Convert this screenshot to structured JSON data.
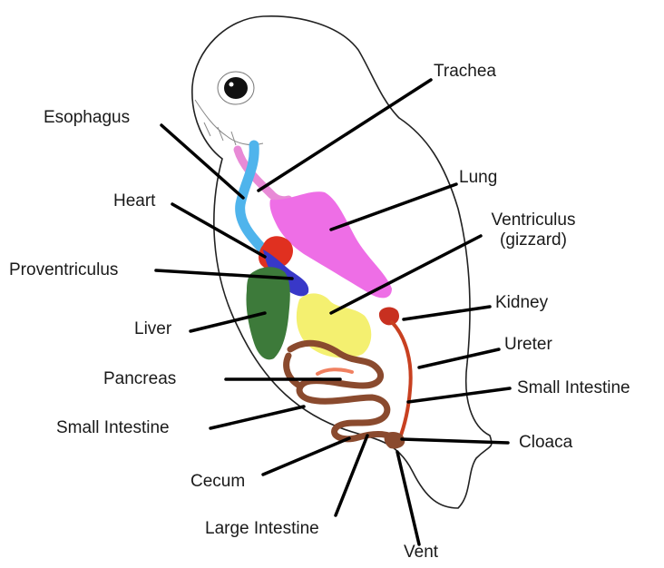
{
  "labels": {
    "trachea": "Trachea",
    "esophagus": "Esophagus",
    "lung": "Lung",
    "heart": "Heart",
    "ventriculus_line1": "Ventriculus",
    "ventriculus_line2": "(gizzard)",
    "proventriculus": "Proventriculus",
    "kidney": "Kidney",
    "liver": "Liver",
    "ureter": "Ureter",
    "pancreas": "Pancreas",
    "small_intestine_right": "Small Intestine",
    "small_intestine_left": "Small Intestine",
    "cloaca": "Cloaca",
    "cecum": "Cecum",
    "large_intestine": "Large Intestine",
    "vent": "Vent"
  },
  "colors": {
    "trachea": "#e88ad6",
    "esophagus": "#4fb4ec",
    "lung": "#ee6ee6",
    "heart": "#e03020",
    "proventriculus": "#3838c8",
    "liver": "#3d7a3a",
    "ventriculus": "#f4f070",
    "kidney": "#c83020",
    "ureter": "#c84020",
    "intestine": "#8a4a2e",
    "pancreas": "#f08060",
    "outline": "#222222",
    "leader_line": "#000000"
  }
}
